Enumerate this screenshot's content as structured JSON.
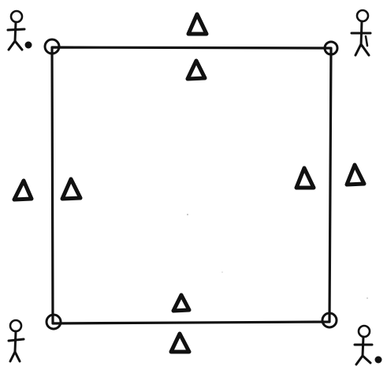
{
  "diagram": {
    "ink_color": "#111111",
    "background": "#ffffff",
    "element_types": {
      "player": "stick-figure-icon",
      "base": "circle-marker-icon",
      "cone": "triangle-cone-icon"
    },
    "players_count": 4,
    "cones_count": 8,
    "bases_count": 4
  }
}
